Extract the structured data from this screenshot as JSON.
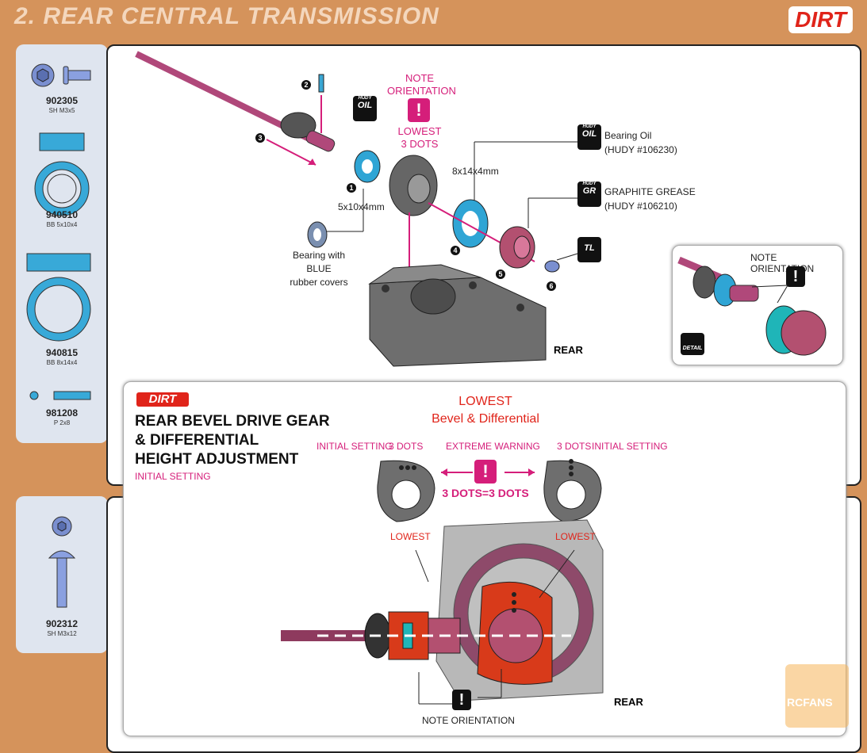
{
  "header": {
    "title": "2. REAR CENTRAL TRANSMISSION",
    "brand": "DIRT"
  },
  "parts_top": [
    {
      "code": "902305",
      "desc": "SH M3x5"
    },
    {
      "code": "940510",
      "desc": "BB 5x10x4"
    },
    {
      "code": "940815",
      "desc": "BB 8x14x4"
    },
    {
      "code": "981208",
      "desc": "P 2x8"
    }
  ],
  "parts_bottom": [
    {
      "code": "902312",
      "desc": "SH M3x12"
    }
  ],
  "step1": {
    "note_orientation": [
      "NOTE",
      "ORIENTATION"
    ],
    "lowest": [
      "LOWEST",
      "3 DOTS"
    ],
    "bearing_5x10": "5x10x4mm",
    "bearing_8x14": "8x14x4mm",
    "bearing_blue": [
      "Bearing with BLUE",
      "rubber covers"
    ],
    "oil_label": [
      "Bearing Oil",
      "(HUDY #106230)"
    ],
    "grease_label": [
      "GRAPHITE GREASE",
      "(HUDY #106210)"
    ],
    "rear": "REAR",
    "numbers": [
      "1",
      "2",
      "3",
      "4",
      "5",
      "6"
    ],
    "hudy_badges": {
      "oil": "OIL",
      "gr": "GR",
      "tl": "TL",
      "hudy": "HUDY"
    },
    "detail_title": "NOTE ORIENTATION",
    "detail_badge": "DETAIL"
  },
  "step2": {
    "brand": "DIRT",
    "heading": [
      "REAR BEVEL DRIVE GEAR",
      "& DIFFERENTIAL",
      "HEIGHT ADJUSTMENT"
    ],
    "initial_setting": "INITIAL SETTING",
    "lowest_title": "LOWEST",
    "lowest_sub": "Bevel & Differential",
    "left_label": "INITIAL SETTING",
    "left_dots": "3 DOTS",
    "extreme": "EXTREME WARNING",
    "equal": "3 DOTS=3 DOTS",
    "right_dots": "3 DOTS",
    "right_label": "INITIAL SETTING",
    "lowest_left": "LOWEST",
    "lowest_right": "LOWEST",
    "note_orientation": "NOTE ORIENTATION",
    "rear": "REAR"
  },
  "watermark": "RCFANS"
}
